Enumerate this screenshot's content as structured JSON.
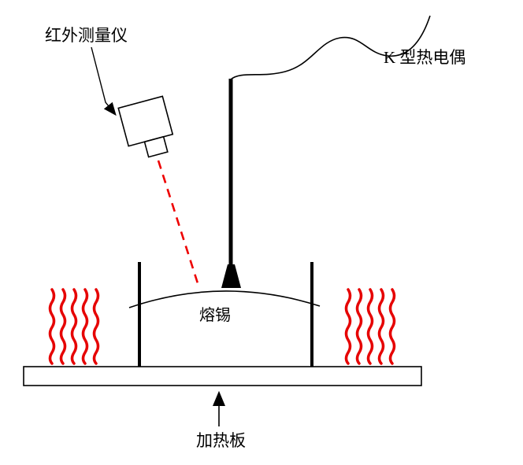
{
  "diagram": {
    "labels": {
      "infrared_meter": "红外测量仪",
      "thermocouple": "K 型热电偶",
      "molten_tin": "熔锡",
      "heating_plate": "加热板"
    },
    "colors": {
      "heat_wave": "#e60000",
      "laser": "#ee0000",
      "ink": "#000000"
    }
  }
}
